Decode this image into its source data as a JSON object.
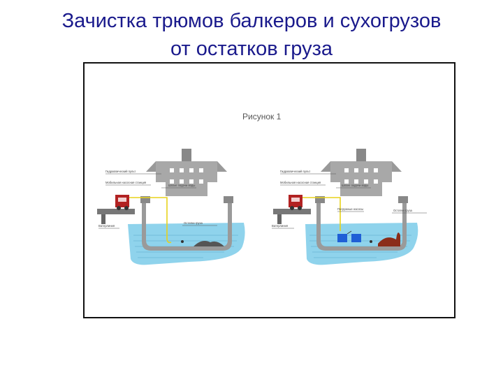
{
  "slide": {
    "title_line1": "Зачистка трюмов балкеров и сухогрузов",
    "title_line2": "от остатков груза"
  },
  "figure": {
    "caption": "Рисунок 1",
    "left_diagram": {
      "label_gun": "Гидравлический пульт",
      "label_unit": "Мобильная насосная станция",
      "label_hose": "Шланг подачи воды",
      "label_residue": "Остатки груза",
      "label_waterline": "Ватерлиния"
    },
    "right_diagram": {
      "label_gun": "Гидравлический пульт",
      "label_unit": "Мобильная насосная станция",
      "label_hose": "Шланг подачи воды",
      "label_pump": "Погружные насосы",
      "label_residue": "Остатки груза",
      "label_waterline": "Ватерлиния"
    }
  },
  "colors": {
    "title": "#1a1a8c",
    "water": "#8fd3ec",
    "hull": "#9a9a9a",
    "hose": "#e8d21c",
    "pump": "#1f5fd6",
    "residue": "#555555",
    "truck": "#b22222"
  }
}
